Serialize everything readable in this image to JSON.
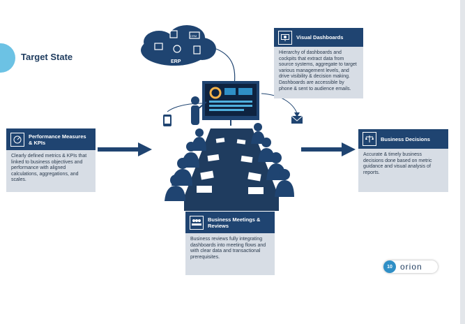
{
  "title": "Target State",
  "cloud": {
    "erp_label": "ERP",
    "crm_label": "CRM"
  },
  "visual_dashboards": {
    "heading": "Visual Dashboards",
    "body": "Hierarchy of dashboards and cockpits that extract data from source systems, aggregate to target various management levels, and drive visibility & decision making. Dashboards are accessible by phone & sent to audience emails."
  },
  "performance": {
    "heading": "Performance Measures & KPIs",
    "body": "Clearly defined metrics & KPIs that linked to business objectives and performance with aligned calculations, aggregations, and scales."
  },
  "decisions": {
    "heading": "Business Decisions",
    "body": "Accurate & timely business decisions done based on metric guidance and visual analysis of reports."
  },
  "meetings": {
    "heading": "Business Meetings & Reviews",
    "body": "Business reviews fully integrating dashboards into meeting flows and with clear data and transactional prerequisites."
  },
  "footer": {
    "page_number": "10",
    "brand": "orion"
  },
  "colors": {
    "navy": "#1f4471",
    "card_bg": "#d7dde5",
    "accent": "#6cc2e4",
    "table": "#1f3c5f"
  },
  "icons": [
    "cloud-icon",
    "dashboard-icon",
    "kpi-icon",
    "scale-icon",
    "meeting-icon",
    "phone-icon",
    "email-icon",
    "presenter-icon"
  ]
}
